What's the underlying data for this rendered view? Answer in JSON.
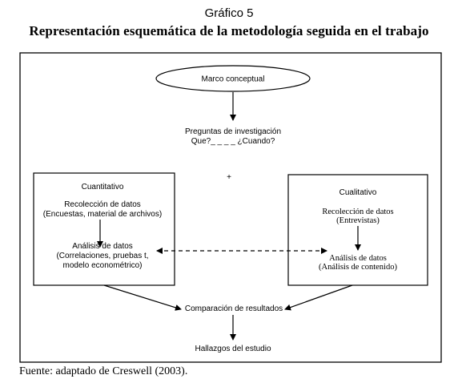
{
  "figure": {
    "label": "Gráfico 5",
    "title": "Representación esquemática de la metodología seguida en el trabajo",
    "source": "Fuente: adaptado de Creswell (2003)."
  },
  "diagram": {
    "marco": "Marco conceptual",
    "preguntas": {
      "line1": "Preguntas de investigación",
      "line2": "Que?_ _ _ _ ¿Cuando?"
    },
    "plus": "+",
    "cuantitativo": {
      "title": "Cuantitativo",
      "recoleccion_1": "Recolección de datos",
      "recoleccion_2": "(Encuestas, material de archivos)",
      "analisis_1": "Análisis de datos",
      "analisis_2": "(Correlaciones, pruebas t,",
      "analisis_3": "modelo econométrico)"
    },
    "cualitativo": {
      "title": "Cualitativo",
      "recoleccion_1": "Recolección de datos",
      "recoleccion_2": "(Entrevistas)",
      "analisis_1": "Análisis de datos",
      "analisis_2": "(Análisis de contenido)"
    },
    "comparacion": "Comparación de resultados",
    "hallazgos": "Hallazgos del estudio"
  }
}
